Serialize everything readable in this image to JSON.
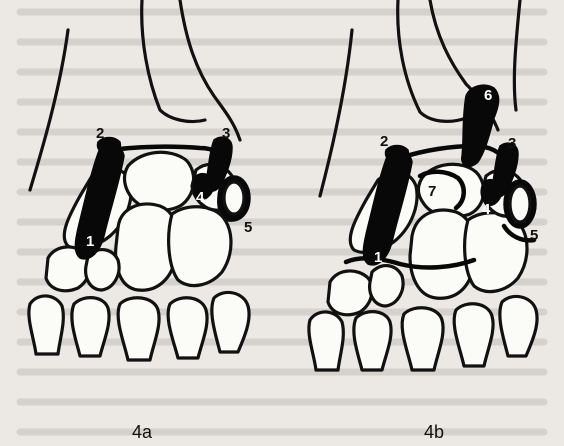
{
  "figures": [
    {
      "caption": "4a",
      "labels": [
        "1",
        "2",
        "3",
        "4",
        "5"
      ]
    },
    {
      "caption": "4b",
      "labels": [
        "1",
        "2",
        "3",
        "4",
        "5",
        "6",
        "7"
      ]
    }
  ],
  "colors": {
    "ink": "#111111",
    "bone_fill": "#fbfbf8",
    "paper": "#ece9e4",
    "bleed_through_text": "#d5d1cc"
  }
}
